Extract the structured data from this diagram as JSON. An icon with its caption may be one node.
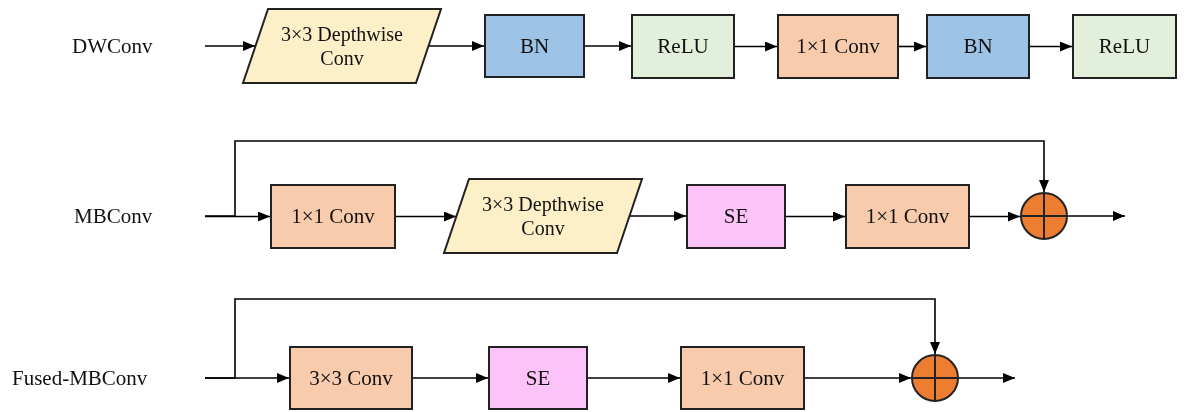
{
  "diagram": {
    "nodes": [
      {
        "text": [
          "3×3 Depthwise Conv"
        ]
      },
      {
        "text": [
          "BN"
        ]
      },
      {
        "text": [
          "ReLU"
        ]
      },
      {
        "text": [
          "1×1 Conv"
        ]
      },
      {
        "text": [
          "BN"
        ]
      },
      {
        "text": [
          "ReLU"
        ]
      },
      {
        "text": [
          "1×1 Conv"
        ]
      },
      {
        "text": [
          "3×3 Depthwise Conv"
        ]
      },
      {
        "text": [
          "SE"
        ]
      },
      {
        "text": [
          "1×1 Conv"
        ]
      },
      {
        "text": [],
        "shape": "circle"
      },
      {
        "text": [
          "3×3 Conv"
        ]
      },
      {
        "text": [
          "SE"
        ]
      },
      {
        "text": [
          "1×1 Conv"
        ]
      },
      {
        "text": [],
        "shape": "circle"
      }
    ],
    "edges": [
      {
        "from": null,
        "to": 0,
        "arrow": "to"
      },
      {
        "from": 0,
        "to": 1,
        "arrow": "to"
      },
      {
        "from": 1,
        "to": 2,
        "arrow": "to"
      },
      {
        "from": 2,
        "to": 3,
        "arrow": "to"
      },
      {
        "from": 3,
        "to": 4,
        "arrow": "to"
      },
      {
        "from": 4,
        "to": 5,
        "arrow": "to"
      },
      {
        "from": null,
        "to": 6,
        "arrow": "to"
      },
      {
        "from": null,
        "to": 10,
        "arrow": "to"
      },
      {
        "from": 6,
        "to": 7,
        "arrow": "to"
      },
      {
        "from": 7,
        "to": 8,
        "arrow": "to"
      },
      {
        "from": 8,
        "to": 9,
        "arrow": "to"
      },
      {
        "from": 9,
        "to": 10,
        "arrow": "to"
      },
      {
        "from": 10,
        "to": null,
        "arrow": "to"
      },
      {
        "from": null,
        "to": 11,
        "arrow": "to"
      },
      {
        "from": null,
        "to": 14,
        "arrow": "to"
      },
      {
        "from": 11,
        "to": 12,
        "arrow": "to"
      },
      {
        "from": 12,
        "to": 13,
        "arrow": "to"
      },
      {
        "from": 13,
        "to": 14,
        "arrow": "to"
      },
      {
        "from": 14,
        "to": null,
        "arrow": "to"
      }
    ],
    "labels": [
      "DWConv",
      "MBConv",
      "Fused-MBConv"
    ]
  }
}
